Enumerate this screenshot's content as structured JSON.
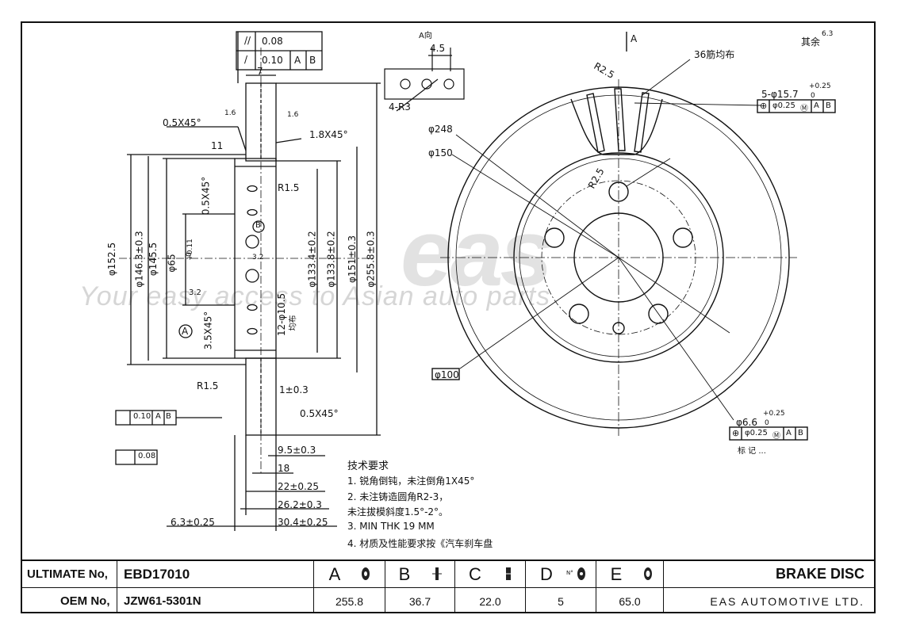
{
  "watermark": {
    "logo": "eas",
    "slogan": "Your easy access to Asian auto parts"
  },
  "drawing": {
    "dims_left": [
      "φ152.5",
      "φ146.3±0.3",
      "φ145.5",
      "φ65",
      "+0.11",
      "0",
      "3.2",
      "3.5X45°",
      "R1.5",
      "0.5X45°",
      "0.5X45°",
      "11",
      "1.6",
      "1.6",
      "7",
      "A",
      "B"
    ],
    "dims_section": [
      "φ133.4±0.2",
      "φ133.8±0.2",
      "φ151±0.3",
      "φ255.8±0.3",
      "12-φ10.5",
      "均布",
      "1.8X45°",
      "R1.5",
      "3.2",
      "1±0.3",
      "0.5X45°"
    ],
    "dims_bottom": [
      "9.5±0.3",
      "18",
      "22±0.25",
      "26.2±0.3",
      "30.4±0.25",
      "6.3±0.25"
    ],
    "tolerances": {
      "top1": "0.08",
      "top2": "0.10",
      "datumA": "A",
      "datumB": "B",
      "runout": "0.10",
      "flat": "0.08"
    },
    "detail": {
      "title": "A向",
      "dim1": "4.5",
      "dim2": "4-R3"
    },
    "front": {
      "arrowA": "A",
      "rest": "其余",
      "rest_val": "6.3",
      "d248": "φ248",
      "d150": "φ150",
      "d100": "φ100",
      "r25a": "R2.5",
      "r25b": "R2.5",
      "slots": "36筋均布",
      "hole1_dim": "5-φ15.7",
      "hole1_tol_up": "+0.25",
      "hole1_tol_lo": "0",
      "hole1_fcf": "φ0.25",
      "hole2_dim": "φ6.6",
      "hole2_tol_up": "+0.25",
      "hole2_tol_lo": "0",
      "hole2_fcf": "φ0.25",
      "cut_text": "标 记 ..."
    },
    "notes": {
      "title": "技术要求",
      "lines": [
        "1.  锐角倒钝，未注倒角1X45°",
        "2.  未注铸造圆角R2-3，",
        "     未注拔模斜度1.5°-2°。",
        "3.  MIN THK 19 MM",
        "4.  材质及性能要求按《汽车刹车盘"
      ]
    }
  },
  "title_block": {
    "ultimate_label": "ULTIMATE No,",
    "ultimate_value": "EBD17010",
    "oem_label": "OEM No,",
    "oem_value": "JZW61-5301N",
    "params": [
      {
        "letter": "A",
        "icon": "disc-diameter-icon",
        "value": "255.8"
      },
      {
        "letter": "B",
        "icon": "disc-height-icon",
        "value": "36.7"
      },
      {
        "letter": "C",
        "icon": "disc-thickness-icon",
        "value": "22.0"
      },
      {
        "letter": "D",
        "icon": "bolt-holes-icon",
        "icon_text": "N°",
        "value": "5"
      },
      {
        "letter": "E",
        "icon": "center-bore-icon",
        "value": "65.0"
      }
    ],
    "product": "BRAKE DISC",
    "company": "EAS AUTOMOTIVE LTD."
  }
}
